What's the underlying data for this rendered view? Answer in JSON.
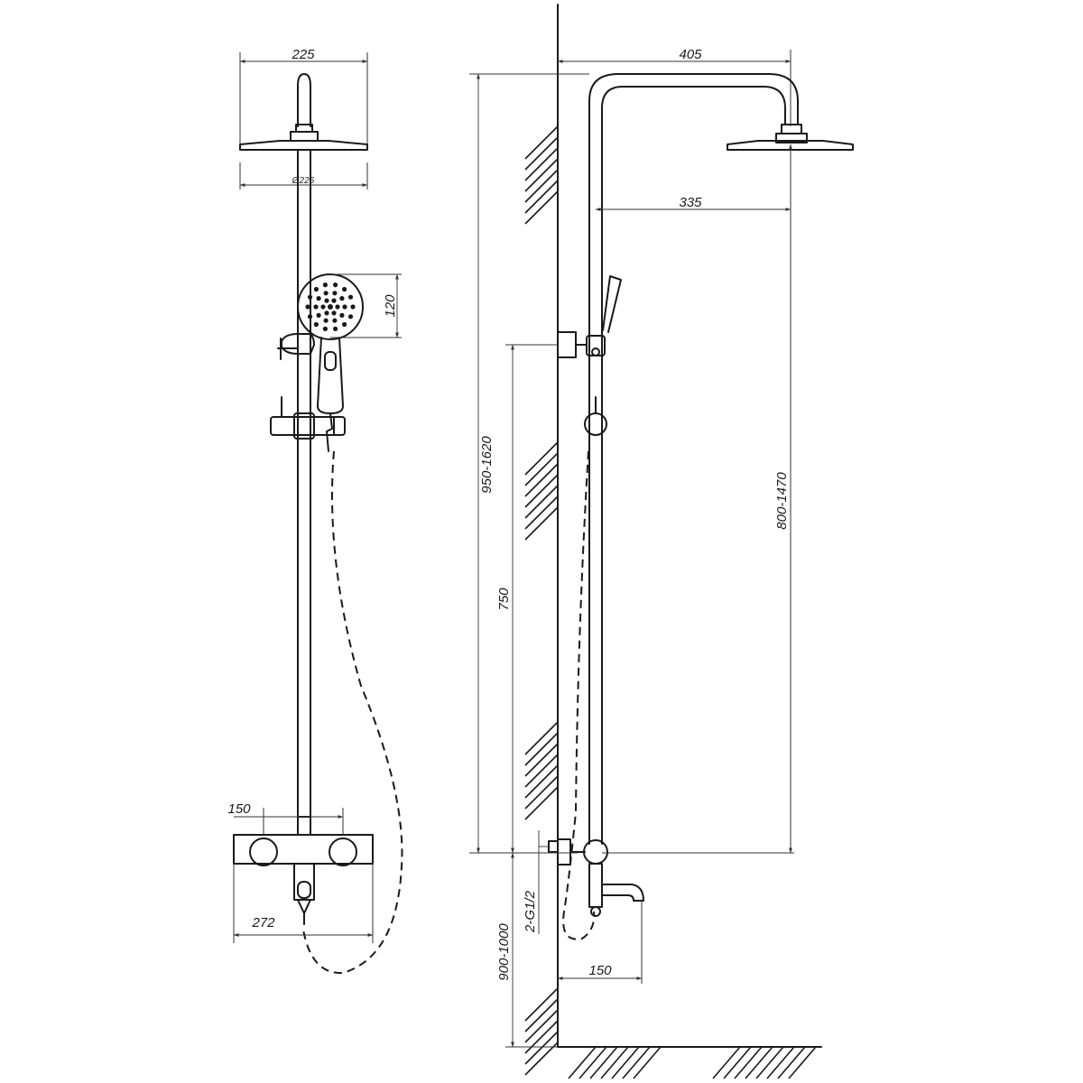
{
  "front_view": {
    "head_width": "225",
    "head_diameter": "Ø225",
    "hand_shower_height": "120",
    "mixer_inlet_spacing": "150",
    "mixer_width": "272"
  },
  "side_view": {
    "arm_reach": "405",
    "arm_center_offset": "335",
    "total_height_range": "950-1620",
    "bar_height_range": "800-1470",
    "slide_height": "750",
    "mixer_height_range": "900-1000",
    "connection": "2-G1/2",
    "spout_reach": "150"
  }
}
